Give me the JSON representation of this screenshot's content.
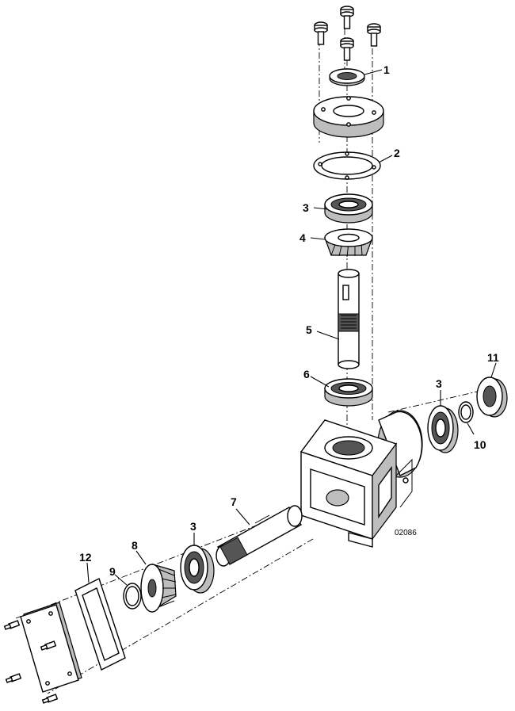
{
  "callouts": [
    {
      "id": "callout-1",
      "label": "1"
    },
    {
      "id": "callout-2",
      "label": "2"
    },
    {
      "id": "callout-3a",
      "label": "3"
    },
    {
      "id": "callout-4",
      "label": "4"
    },
    {
      "id": "callout-5",
      "label": "5"
    },
    {
      "id": "callout-6",
      "label": "6"
    },
    {
      "id": "callout-3b",
      "label": "3"
    },
    {
      "id": "callout-11",
      "label": "11"
    },
    {
      "id": "callout-10",
      "label": "10"
    },
    {
      "id": "callout-7",
      "label": "7"
    },
    {
      "id": "callout-3c",
      "label": "3"
    },
    {
      "id": "callout-8",
      "label": "8"
    },
    {
      "id": "callout-12",
      "label": "12"
    },
    {
      "id": "callout-9",
      "label": "9"
    }
  ],
  "figure_id": "02086"
}
